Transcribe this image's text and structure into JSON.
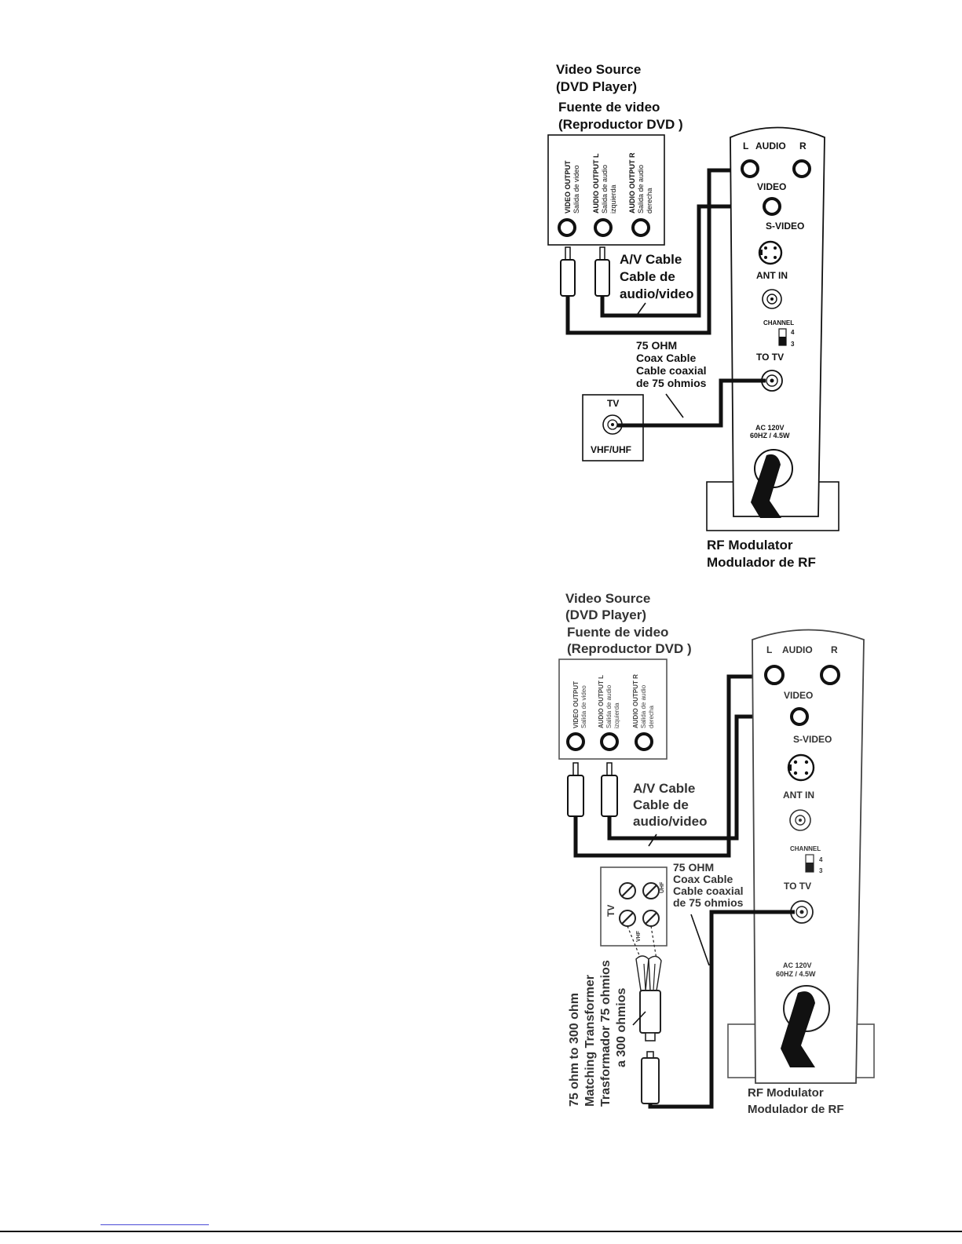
{
  "diagram1": {
    "source_title_en_1": "Video Source",
    "source_title_en_2": "(DVD Player)",
    "source_title_es_1": "Fuente de video",
    "source_title_es_2": "(Reproductor DVD )",
    "video_output": "VIDEO OUTPUT",
    "video_output_es": "Salida de video",
    "audio_l": "AUDIO OUTPUT L",
    "audio_l_es_1": "Salida de audio",
    "audio_l_es_2": "izquierda",
    "audio_r": "AUDIO OUTPUT R",
    "audio_r_es_1": "Salida de audio",
    "audio_r_es_2": "derecha",
    "av_cable_1": "A/V Cable",
    "av_cable_2": "Cable de",
    "av_cable_3": "audio/video",
    "coax_1": "75 OHM",
    "coax_2": "Coax Cable",
    "coax_3": "Cable coaxial",
    "coax_4": "de 75 ohmios",
    "tv": "TV",
    "vhf_uhf": "VHF/UHF",
    "mod_audio_l": "L",
    "mod_audio": "AUDIO",
    "mod_audio_r": "R",
    "mod_video": "VIDEO",
    "mod_svideo": "S-VIDEO",
    "mod_ant_in": "ANT IN",
    "mod_channel": "CHANNEL",
    "mod_ch4": "4",
    "mod_ch3": "3",
    "mod_to_tv": "TO TV",
    "mod_power_1": "AC 120V",
    "mod_power_2": "60HZ / 4.5W",
    "rf_1": "RF Modulator",
    "rf_2": "Modulador de RF"
  },
  "diagram2": {
    "source_title_en_1": "Video Source",
    "source_title_en_2": "(DVD Player)",
    "source_title_es_1": "Fuente de video",
    "source_title_es_2": "(Reproductor DVD )",
    "video_output": "VIDEO OUTPUT",
    "video_output_es": "Salida de video",
    "audio_l": "AUDIO OUTPUT L",
    "audio_l_es_1": "Salida de audio",
    "audio_l_es_2": "izquierda",
    "audio_r": "AUDIO OUTPUT R",
    "audio_r_es_1": "Salida de audio",
    "audio_r_es_2": "derecha",
    "av_cable_1": "A/V Cable",
    "av_cable_2": "Cable de",
    "av_cable_3": "audio/video",
    "coax_1": "75 OHM",
    "coax_2": "Coax Cable",
    "coax_3": "Cable coaxial",
    "coax_4": "de 75 ohmios",
    "tv": "TV",
    "uhf": "UHF",
    "vhf": "VHF",
    "transformer_1": "75 ohm to 300 ohm",
    "transformer_2": "Matching Transformer",
    "transformer_3": "Trasformador 75 ohmios",
    "transformer_4": "a 300 ohmios",
    "mod_audio_l": "L",
    "mod_audio": "AUDIO",
    "mod_audio_r": "R",
    "mod_video": "VIDEO",
    "mod_svideo": "S-VIDEO",
    "mod_ant_in": "ANT IN",
    "mod_channel": "CHANNEL",
    "mod_ch4": "4",
    "mod_ch3": "3",
    "mod_to_tv": "TO TV",
    "mod_power_1": "AC 120V",
    "mod_power_2": "60HZ / 4.5W",
    "rf_1": "RF Modulator",
    "rf_2": "Modulador de RF"
  }
}
